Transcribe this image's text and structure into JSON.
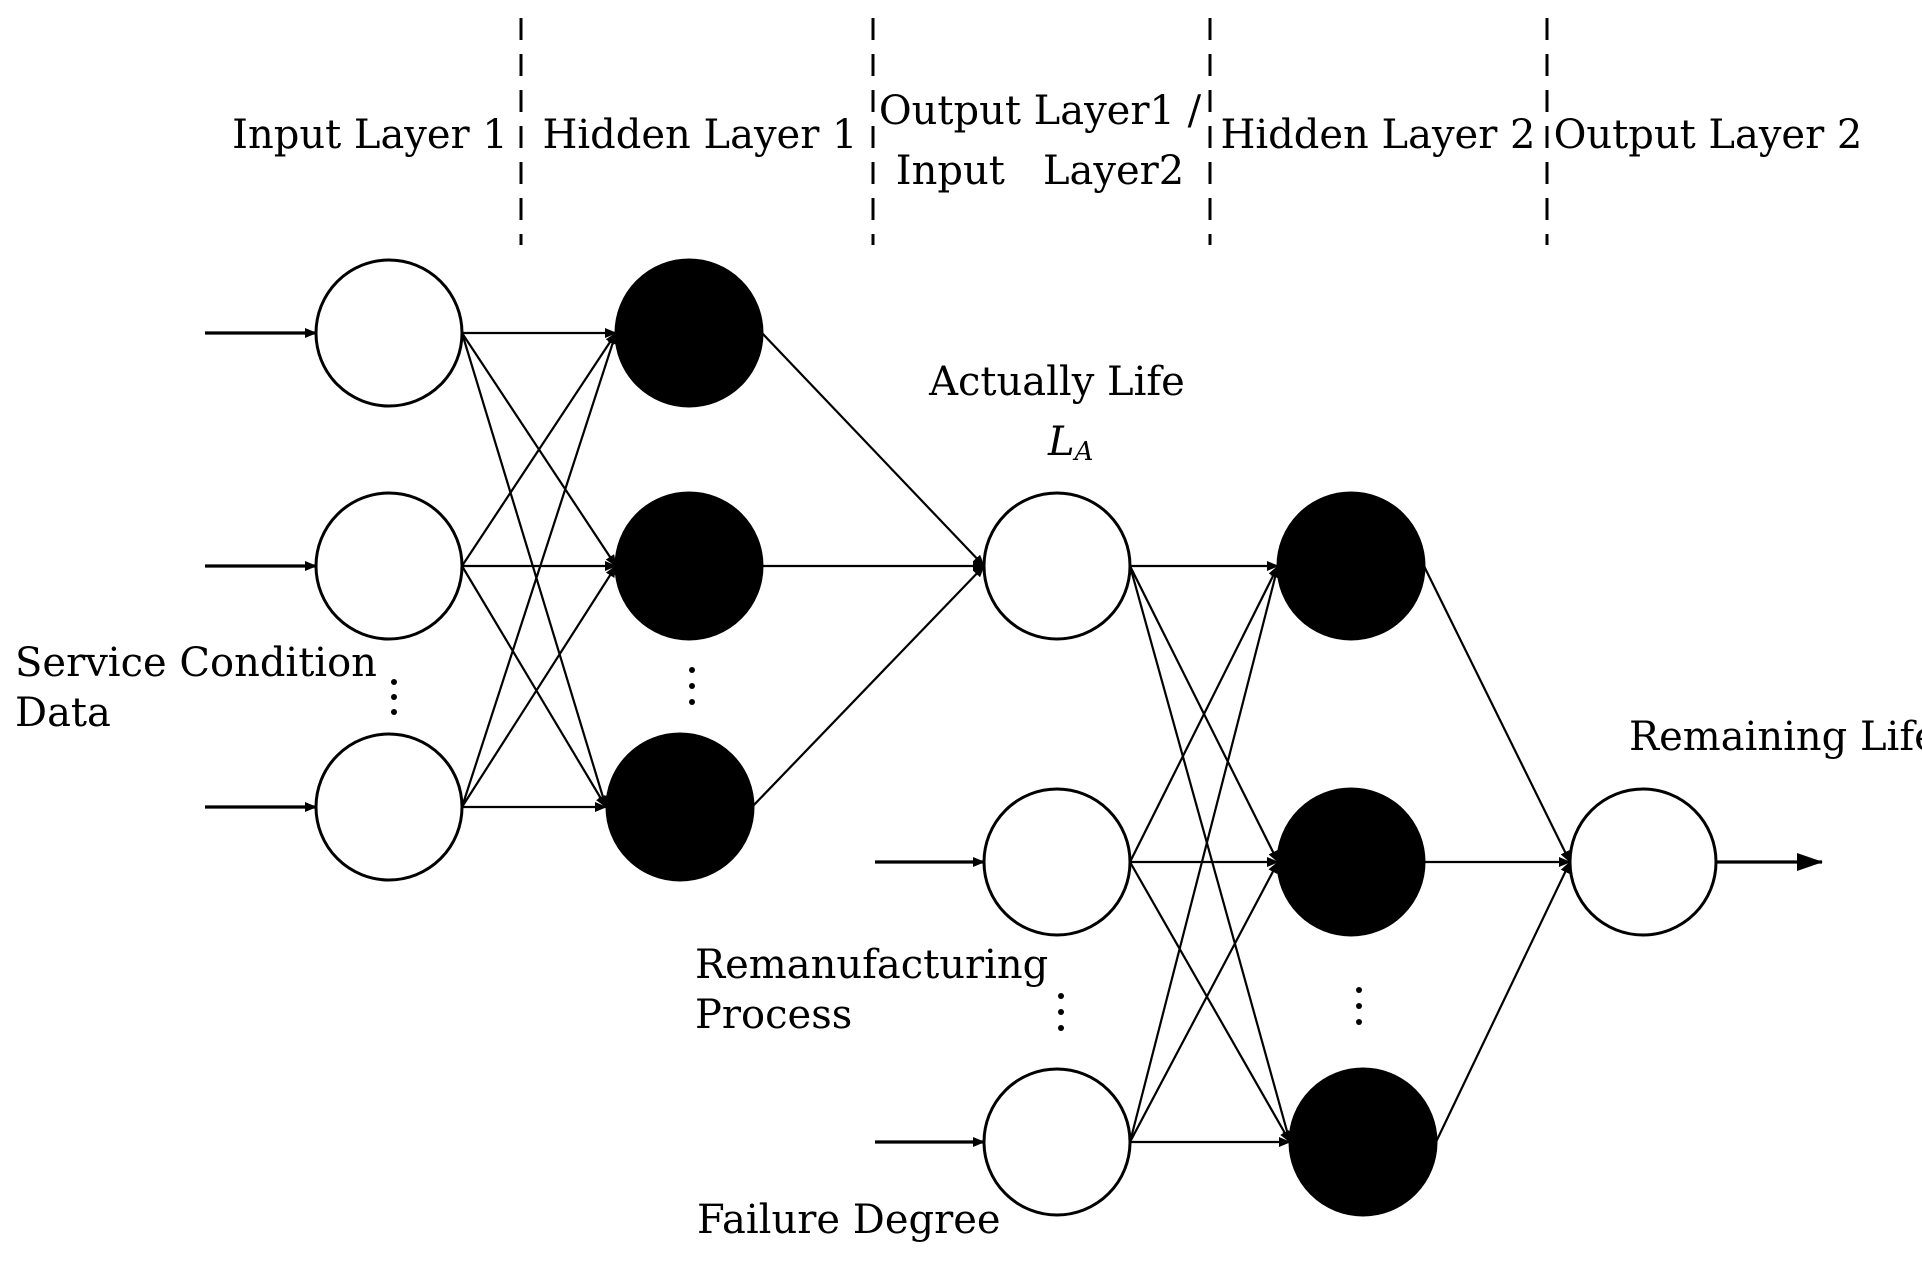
{
  "layers": [
    {
      "id": "input-layer-1",
      "lines": [
        "Input Layer 1"
      ]
    },
    {
      "id": "hidden-layer-1",
      "lines": [
        "Hidden Layer 1"
      ]
    },
    {
      "id": "output-layer-1-input-layer-2",
      "lines": [
        "Output Layer1 /",
        "Input   Layer2"
      ]
    },
    {
      "id": "hidden-layer-2",
      "lines": [
        "Hidden Layer 2"
      ]
    },
    {
      "id": "output-layer-2",
      "lines": [
        "Output Layer 2"
      ]
    }
  ],
  "labels": {
    "service_condition": [
      "Service Condition",
      "Data"
    ],
    "actually_life": "Actually Life",
    "life_symbol": "L",
    "life_subscript": "A",
    "remanufacturing": [
      "Remanufacturing",
      "Process"
    ],
    "failure_degree": "Failure Degree",
    "remaining_life": "Remaining Life"
  },
  "nodes": {
    "input_1": {
      "count_shown": 3,
      "filled": false,
      "ellipsis": true
    },
    "hidden_1": {
      "count_shown": 3,
      "filled": true,
      "ellipsis": true
    },
    "output_1": {
      "count_shown": 1,
      "filled": false,
      "ellipsis": false
    },
    "input_2_extra": {
      "count_shown": 2,
      "filled": false,
      "ellipsis": true
    },
    "hidden_2": {
      "count_shown": 3,
      "filled": true,
      "ellipsis": true
    },
    "output_2": {
      "count_shown": 1,
      "filled": false,
      "ellipsis": false
    }
  },
  "colors": {
    "line": "#000000",
    "hidden_node_fill": "#000000",
    "open_node_fill": "#ffffff",
    "background": "#ffffff"
  }
}
